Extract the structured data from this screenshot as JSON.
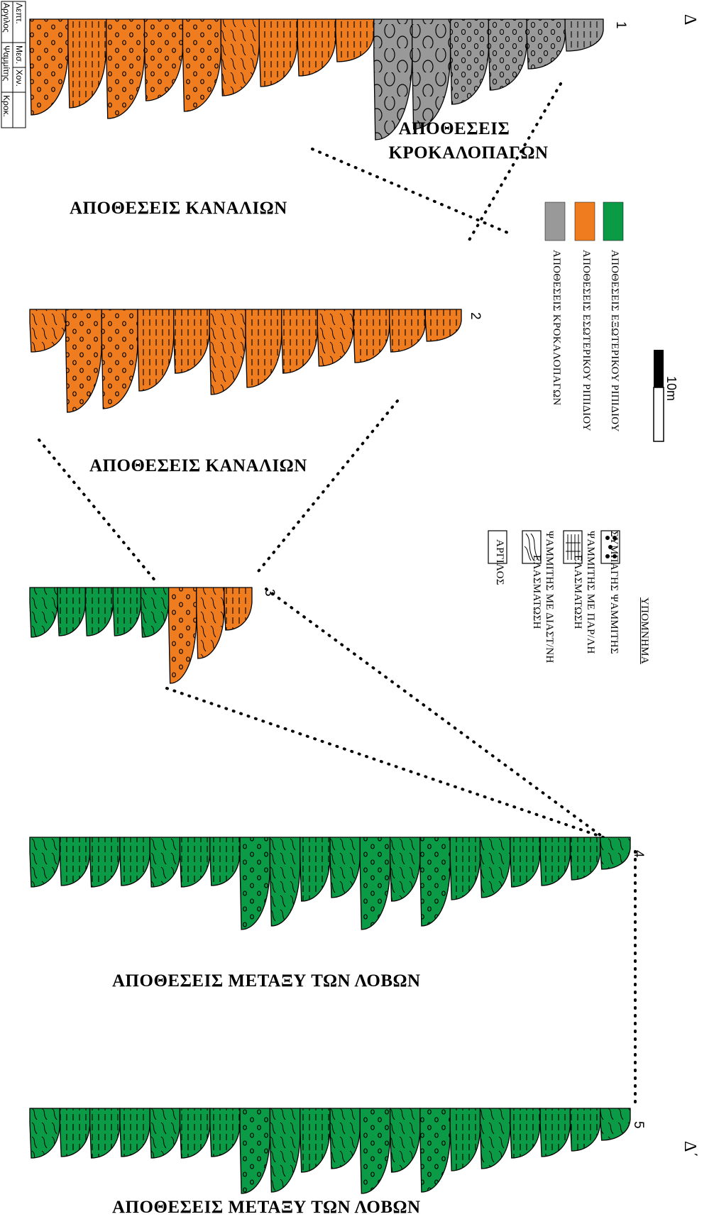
{
  "header": {
    "grain_size_labels": [
      "Λεπτ.",
      "Μεσ.",
      "Χον."
    ],
    "lithology_labels": [
      "Αργιλος",
      "Ψαμμίτης",
      "Κροκ."
    ],
    "section_start": "Δ",
    "section_end": "Δ΄"
  },
  "facies_labels": {
    "conglomerate_deposits": [
      "ΑΠΟΘΕΣΕΙΣ",
      "ΚΡΟΚΑΛΟΠΑΓΩΝ"
    ],
    "channel_deposits_upper": "ΑΠΟΘΕΣΕΙΣ ΚΑΝΑΛΙΩΝ",
    "channel_deposits_lower": "ΑΠΟΘΕΣΕΙΣ ΚΑΝΑΛΙΩΝ",
    "interlobe_deposits_upper": "ΑΠΟΘΕΣΕΙΣ ΜΕΤΑΞΥ ΤΩΝ ΛΟΒΩΝ",
    "interlobe_deposits_lower": "ΑΠΟΘΕΣΕΙΣ ΜΕΤΑΞΥ ΤΩΝ ΛΟΒΩΝ"
  },
  "columns": [
    {
      "number": "1"
    },
    {
      "number": "2"
    },
    {
      "number": "3"
    },
    {
      "number": "4"
    },
    {
      "number": "5"
    }
  ],
  "color_legend": [
    {
      "label": "ΑΠΟΘΕΣΕΙΣ ΕΞΩΤΕΡΙΚΟΥ ΡΙΠΙΔΙΟΥ",
      "color": "#0b9a45"
    },
    {
      "label": "ΑΠΟΘΕΣΕΙΣ ΕΣΩΤΕΡΙΚΟΥ ΡΙΠΙΔΙΟΥ",
      "color": "#ef7d1f"
    },
    {
      "label": "ΑΠΟΘΕΣΕΙΣ ΚΡΟΚΑΛΟΠΑΓΩΝ",
      "color": "#999999"
    }
  ],
  "scale_bar": {
    "label": "10m"
  },
  "symbol_legend": {
    "title": "ΥΠΟΜΝΗΜΑ",
    "items": [
      {
        "lines": [
          "ΣΥΜΠΑΓΗΣ ΨΑΜΜΙΤΗΣ"
        ],
        "icon": "dots"
      },
      {
        "lines": [
          "ΨΑΜΜΙΤΗΣ ΜΕ ΠΑΡ/ΛΗ",
          "ΕΛΑΣΜΑΤΩΣΗ"
        ],
        "icon": "parallel-lamination"
      },
      {
        "lines": [
          "ΨΑΜΜΙΤΗΣ ΜΕ ΔΙΑΣΤ/ΝΗ",
          "ΕΛΑΣΜΑΤΩΣΗ"
        ],
        "icon": "cross-lamination"
      },
      {
        "lines": [
          "ΑΡΓΙΛΟΣ"
        ],
        "icon": "blank"
      }
    ]
  }
}
